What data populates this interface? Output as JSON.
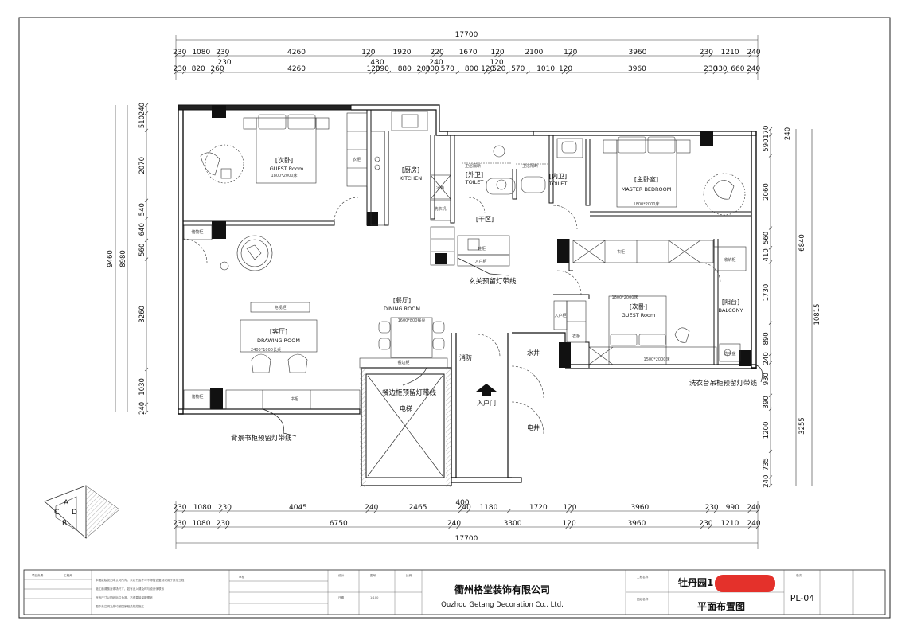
{
  "dims": {
    "total": "17700",
    "top_row1": [
      "230",
      "1080",
      "230",
      "4260",
      "120",
      "1920",
      "220",
      "1670",
      "120",
      "2100",
      "120",
      "3960",
      "230",
      "1210",
      "240"
    ],
    "top_row1_sub": [
      "230",
      "430",
      "240",
      "120"
    ],
    "top_row2": [
      "230",
      "820",
      "260",
      "4260",
      "120",
      "390",
      "880",
      "200",
      "300",
      "570",
      "800",
      "120",
      "520",
      "570",
      "1010",
      "120",
      "3960",
      "230",
      "330",
      "660",
      "240"
    ],
    "bot_row1": [
      "230",
      "1080",
      "230",
      "4045",
      "240",
      "2465",
      "240",
      "1180",
      "1720",
      "120",
      "3960",
      "230",
      "990",
      "240"
    ],
    "bot_row1_sub": [
      "400"
    ],
    "bot_row2": [
      "230",
      "1080",
      "230",
      "6750",
      "240",
      "3300",
      "120",
      "3960",
      "230",
      "1210",
      "240"
    ],
    "left_outer": "9460",
    "left_mid": "8980",
    "left_inner": [
      "240",
      "510",
      "2070",
      "540",
      "640",
      "560",
      "3260",
      "1030",
      "240"
    ],
    "right_outer": "10815",
    "right_mid": [
      "6840",
      "3255"
    ],
    "right_inner": [
      "170",
      "590",
      "2060",
      "560",
      "410",
      "1730",
      "890",
      "240",
      "930",
      "390",
      "1200",
      "735",
      "240"
    ],
    "right_inner_top": "240"
  },
  "rooms": {
    "guest1_cn": "[次卧]",
    "guest1_en": "GUEST Room",
    "guest1_bed": "1800*2000床",
    "kitchen_cn": "[厨房]",
    "kitchen_en": "KITCHEN",
    "wc1_cn": "[外卫]",
    "wc1_en": "TOILET",
    "wc2_cn": "[内卫]",
    "wc2_en": "TOILET",
    "master_cn": "[主卧室]",
    "master_en": "MASTER BEDROOM",
    "master_bed": "1800*2000床",
    "dry_cn": "[干区]",
    "dining_cn": "[餐厅]",
    "dining_en": "DINING ROOM",
    "dining_table": "1600*800餐桌",
    "living_cn": "[客厅]",
    "living_en": "DRAWING ROOM",
    "living_table": "2400*1000长桌",
    "guest2_cn": "[次卧]",
    "guest2_en": "GUEST Room",
    "guest2_bed": "1800*2000床",
    "guest2_bed2": "1500*2000床",
    "balcony_cn": "[阳台]",
    "balcony_en": "BALCONY",
    "fire": "消防",
    "water": "水井",
    "elevator": "电梯",
    "power": "电井",
    "entry": "入户门"
  },
  "labels": {
    "wardrobe": "衣柜",
    "shoe": "鞋柜",
    "fridge": "冰箱",
    "washer": "洗衣机",
    "sideboard": "餐边柜",
    "bookcase": "书柜",
    "entry_cab": "入户柜",
    "shower1": "卫浴隔断",
    "shower2": "卫浴隔断",
    "sideboard2": "收纳柜",
    "tv": "电视柜",
    "cab": "储物柜",
    "sink": "洗手盆"
  },
  "notes": {
    "entry_light": "玄关预留灯带线",
    "sideboard_light": "餐边柜预留灯带线",
    "bookcase_light": "背景书柜预留灯带线",
    "laundry_light": "洗衣台吊柜预留灯带线"
  },
  "compass": {
    "letters": [
      "A",
      "B",
      "C",
      "D"
    ]
  },
  "titleblock": {
    "company_cn": "衢州格堂装饰有限公司",
    "company_en": "Quzhou Getang Decoration Co., Ltd.",
    "project": "牡丹园1",
    "drawing": "平面布置图",
    "sheet_no": "PL-04",
    "fine": [
      "项目负责",
      "工程师",
      "审核",
      "设计",
      "图号",
      "比例",
      "日期",
      "1:100",
      "工程名称",
      "图纸名称",
      "版次"
    ],
    "tb_notes": [
      "本图纸版权归本公司所有，未经书面许可不得擅自复制或用于其他工程",
      "施工前请核对现场尺寸，如有出入请及时与设计师联系",
      "所有尺寸以图纸标注为准，不得直接量取图纸",
      "图中未注明之处均按国家相关规范施工"
    ]
  },
  "colors": {
    "wall": "#111111",
    "redact": "#e4312b",
    "hatch": "#888888"
  }
}
